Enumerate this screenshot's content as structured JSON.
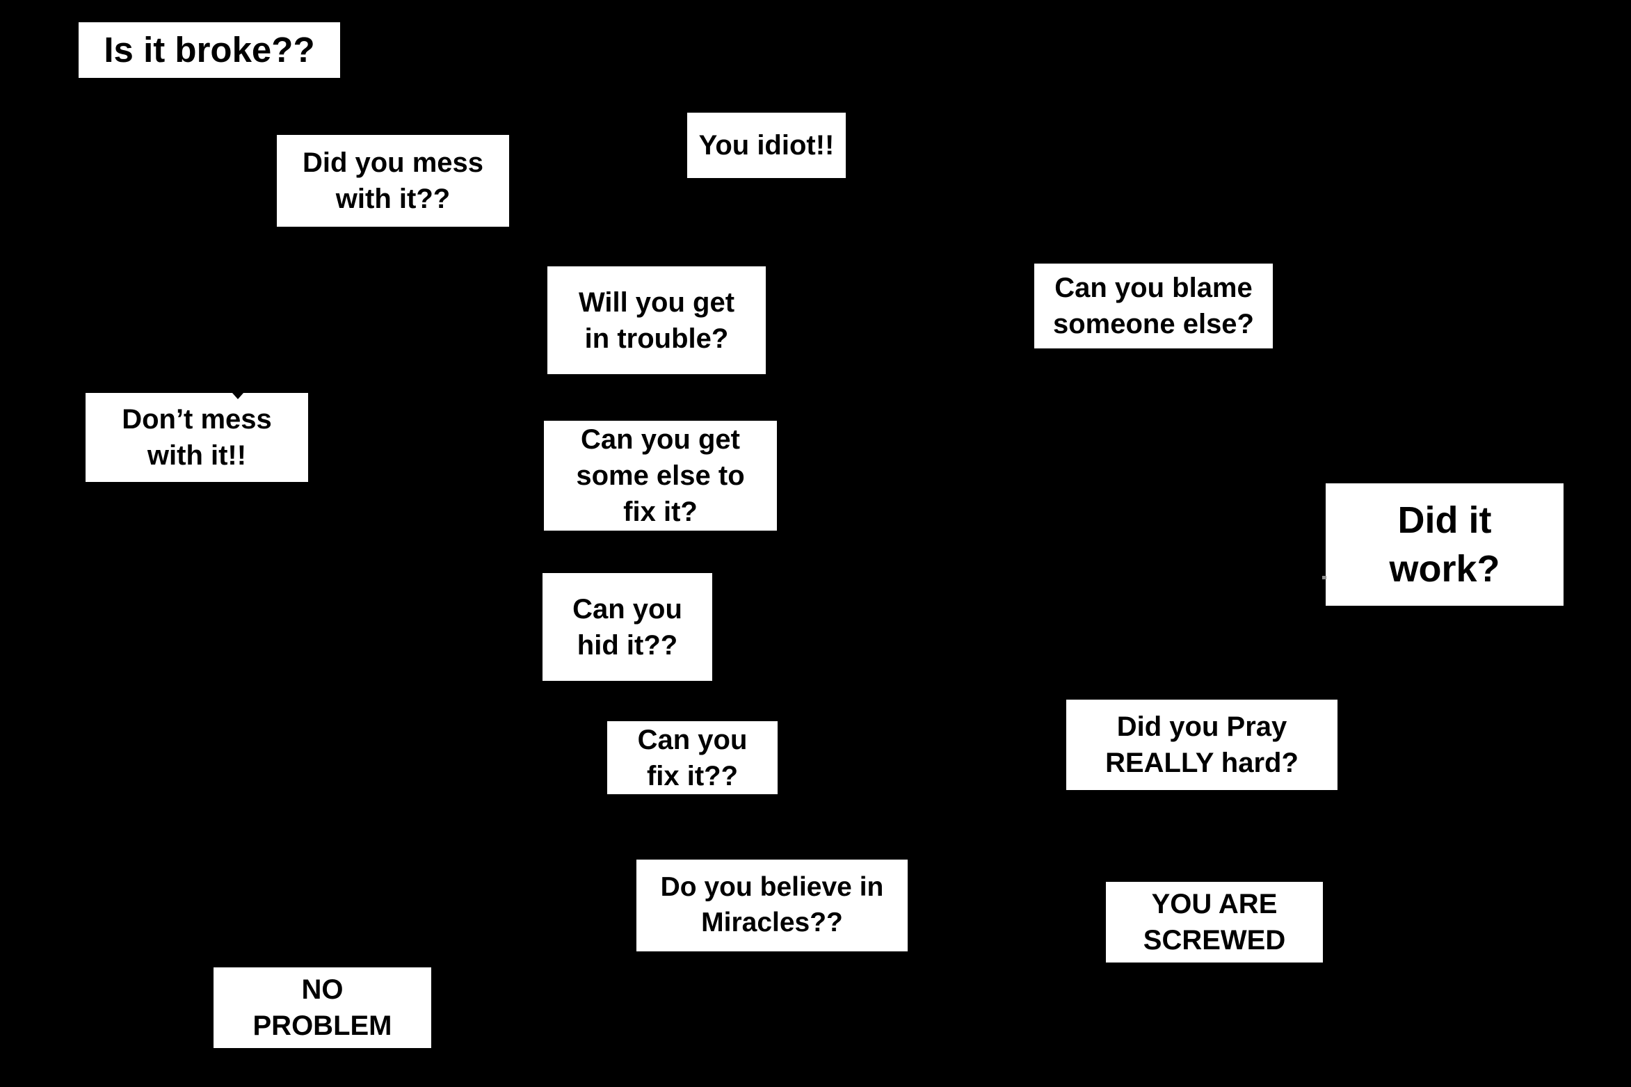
{
  "page": {
    "background_color": "#000000",
    "box_color": "#ffffff",
    "text_color": "#000000"
  },
  "flowchart": {
    "nodes": [
      {
        "id": "is-it-broke",
        "text": "Is it broke??"
      },
      {
        "id": "did-you-mess",
        "text": "Did you mess\nwith it??"
      },
      {
        "id": "you-idiot",
        "text": "You idiot!!"
      },
      {
        "id": "will-you-get-in-trouble",
        "text": "Will you get\nin trouble?"
      },
      {
        "id": "can-you-blame",
        "text": "Can you blame\nsomeone else?"
      },
      {
        "id": "dont-mess",
        "text": "Don’t mess\nwith it!!"
      },
      {
        "id": "can-you-get-some-else",
        "text": "Can you get\nsome else to\nfix it?"
      },
      {
        "id": "did-it-work",
        "text": "Did it\nwork?"
      },
      {
        "id": "can-you-hid",
        "text": "Can you\nhid it??"
      },
      {
        "id": "can-you-fix",
        "text": "Can you\nfix it??"
      },
      {
        "id": "did-you-pray",
        "text": "Did you Pray\nREALLY hard?"
      },
      {
        "id": "do-you-believe",
        "text": "Do you believe in\nMiracles??"
      },
      {
        "id": "you-are-screwed",
        "text": "YOU ARE\nSCREWED"
      },
      {
        "id": "no-problem",
        "text": "NO\nPROBLEM"
      }
    ]
  }
}
